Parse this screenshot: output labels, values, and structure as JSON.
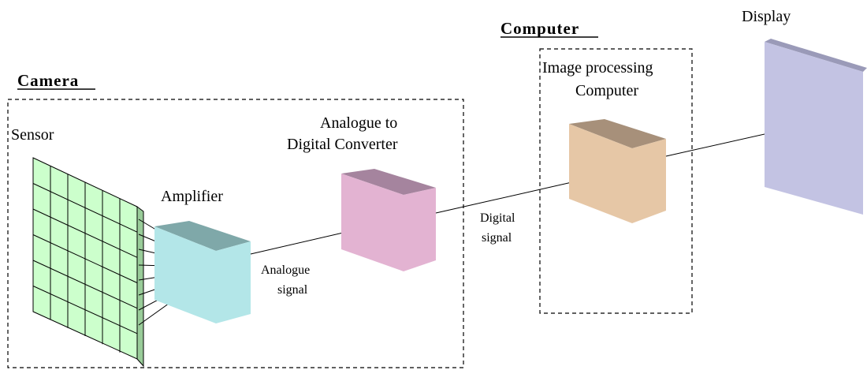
{
  "groups": {
    "camera": "Camera",
    "computer": "Computer"
  },
  "labels": {
    "sensor": "Sensor",
    "amplifier": "Amplifier",
    "adc_line1": "Analogue to",
    "adc_line2": "Digital Converter",
    "processing_line1": "Image processing",
    "processing_line2": "Computer",
    "display": "Display"
  },
  "signals": {
    "analogue_line1": "Analogue",
    "analogue_line2": "signal",
    "digital_line1": "Digital",
    "digital_line2": "signal"
  },
  "colors": {
    "sensor": "#ccffcc",
    "amplifier": "#b3e6e8",
    "adc": "#e3b3d2",
    "processing": "#e6c7a6",
    "display": "#c3c3e3"
  }
}
